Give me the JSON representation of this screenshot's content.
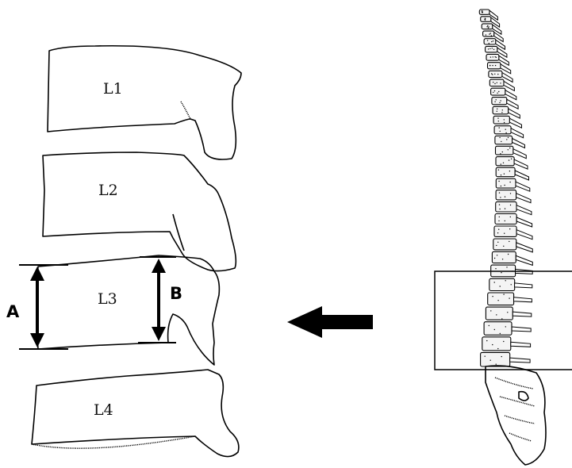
{
  "vertebrae": [
    {
      "label": "L1"
    },
    {
      "label": "L2"
    },
    {
      "label": "L3"
    },
    {
      "label": "L4"
    }
  ],
  "measurements": {
    "anterior_height_label": "A",
    "posterior_height_label": "B"
  }
}
